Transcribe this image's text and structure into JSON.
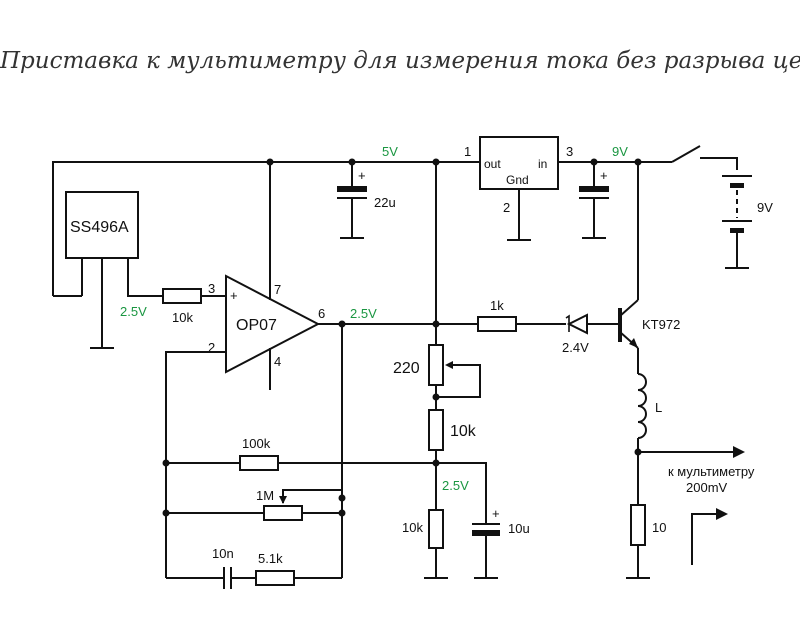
{
  "title": "Приставка к мультиметру для измерения тока без разрыва цепи",
  "colors": {
    "wire": "#111111",
    "voltage_label": "#1a9641",
    "title": "#333333"
  },
  "components": {
    "sensor": "SS496A",
    "opamp": "OP07",
    "regulator": {
      "out": "out",
      "in": "in",
      "gnd": "Gnd",
      "pin1": "1",
      "pin2": "2",
      "pin3": "3"
    },
    "opamp_pins": {
      "p3": "3",
      "p2": "2",
      "p7": "7",
      "p4": "4",
      "p6": "6",
      "plus": "+",
      "minus": "−"
    },
    "r_in": "10k",
    "r_out": "1k",
    "pot": "220",
    "r_div_top": "10k",
    "r_div_bottom": "10k",
    "r_fb": "100k",
    "pot_fb": "1M",
    "c_fb": "10n",
    "r_rc": "5.1k",
    "c_5v": "22u",
    "c_div": "10u",
    "c_plus": "+",
    "diode": "2.4V",
    "transistor": "KT972",
    "inductor": "L",
    "r_load": "10",
    "battery": "9V"
  },
  "voltages": {
    "v5": "5V",
    "v9": "9V",
    "v_sensor": "2.5V",
    "v_out": "2.5V",
    "v_div": "2.5V"
  },
  "output_label": {
    "line1": "к мультиметру",
    "line2": "200mV"
  }
}
